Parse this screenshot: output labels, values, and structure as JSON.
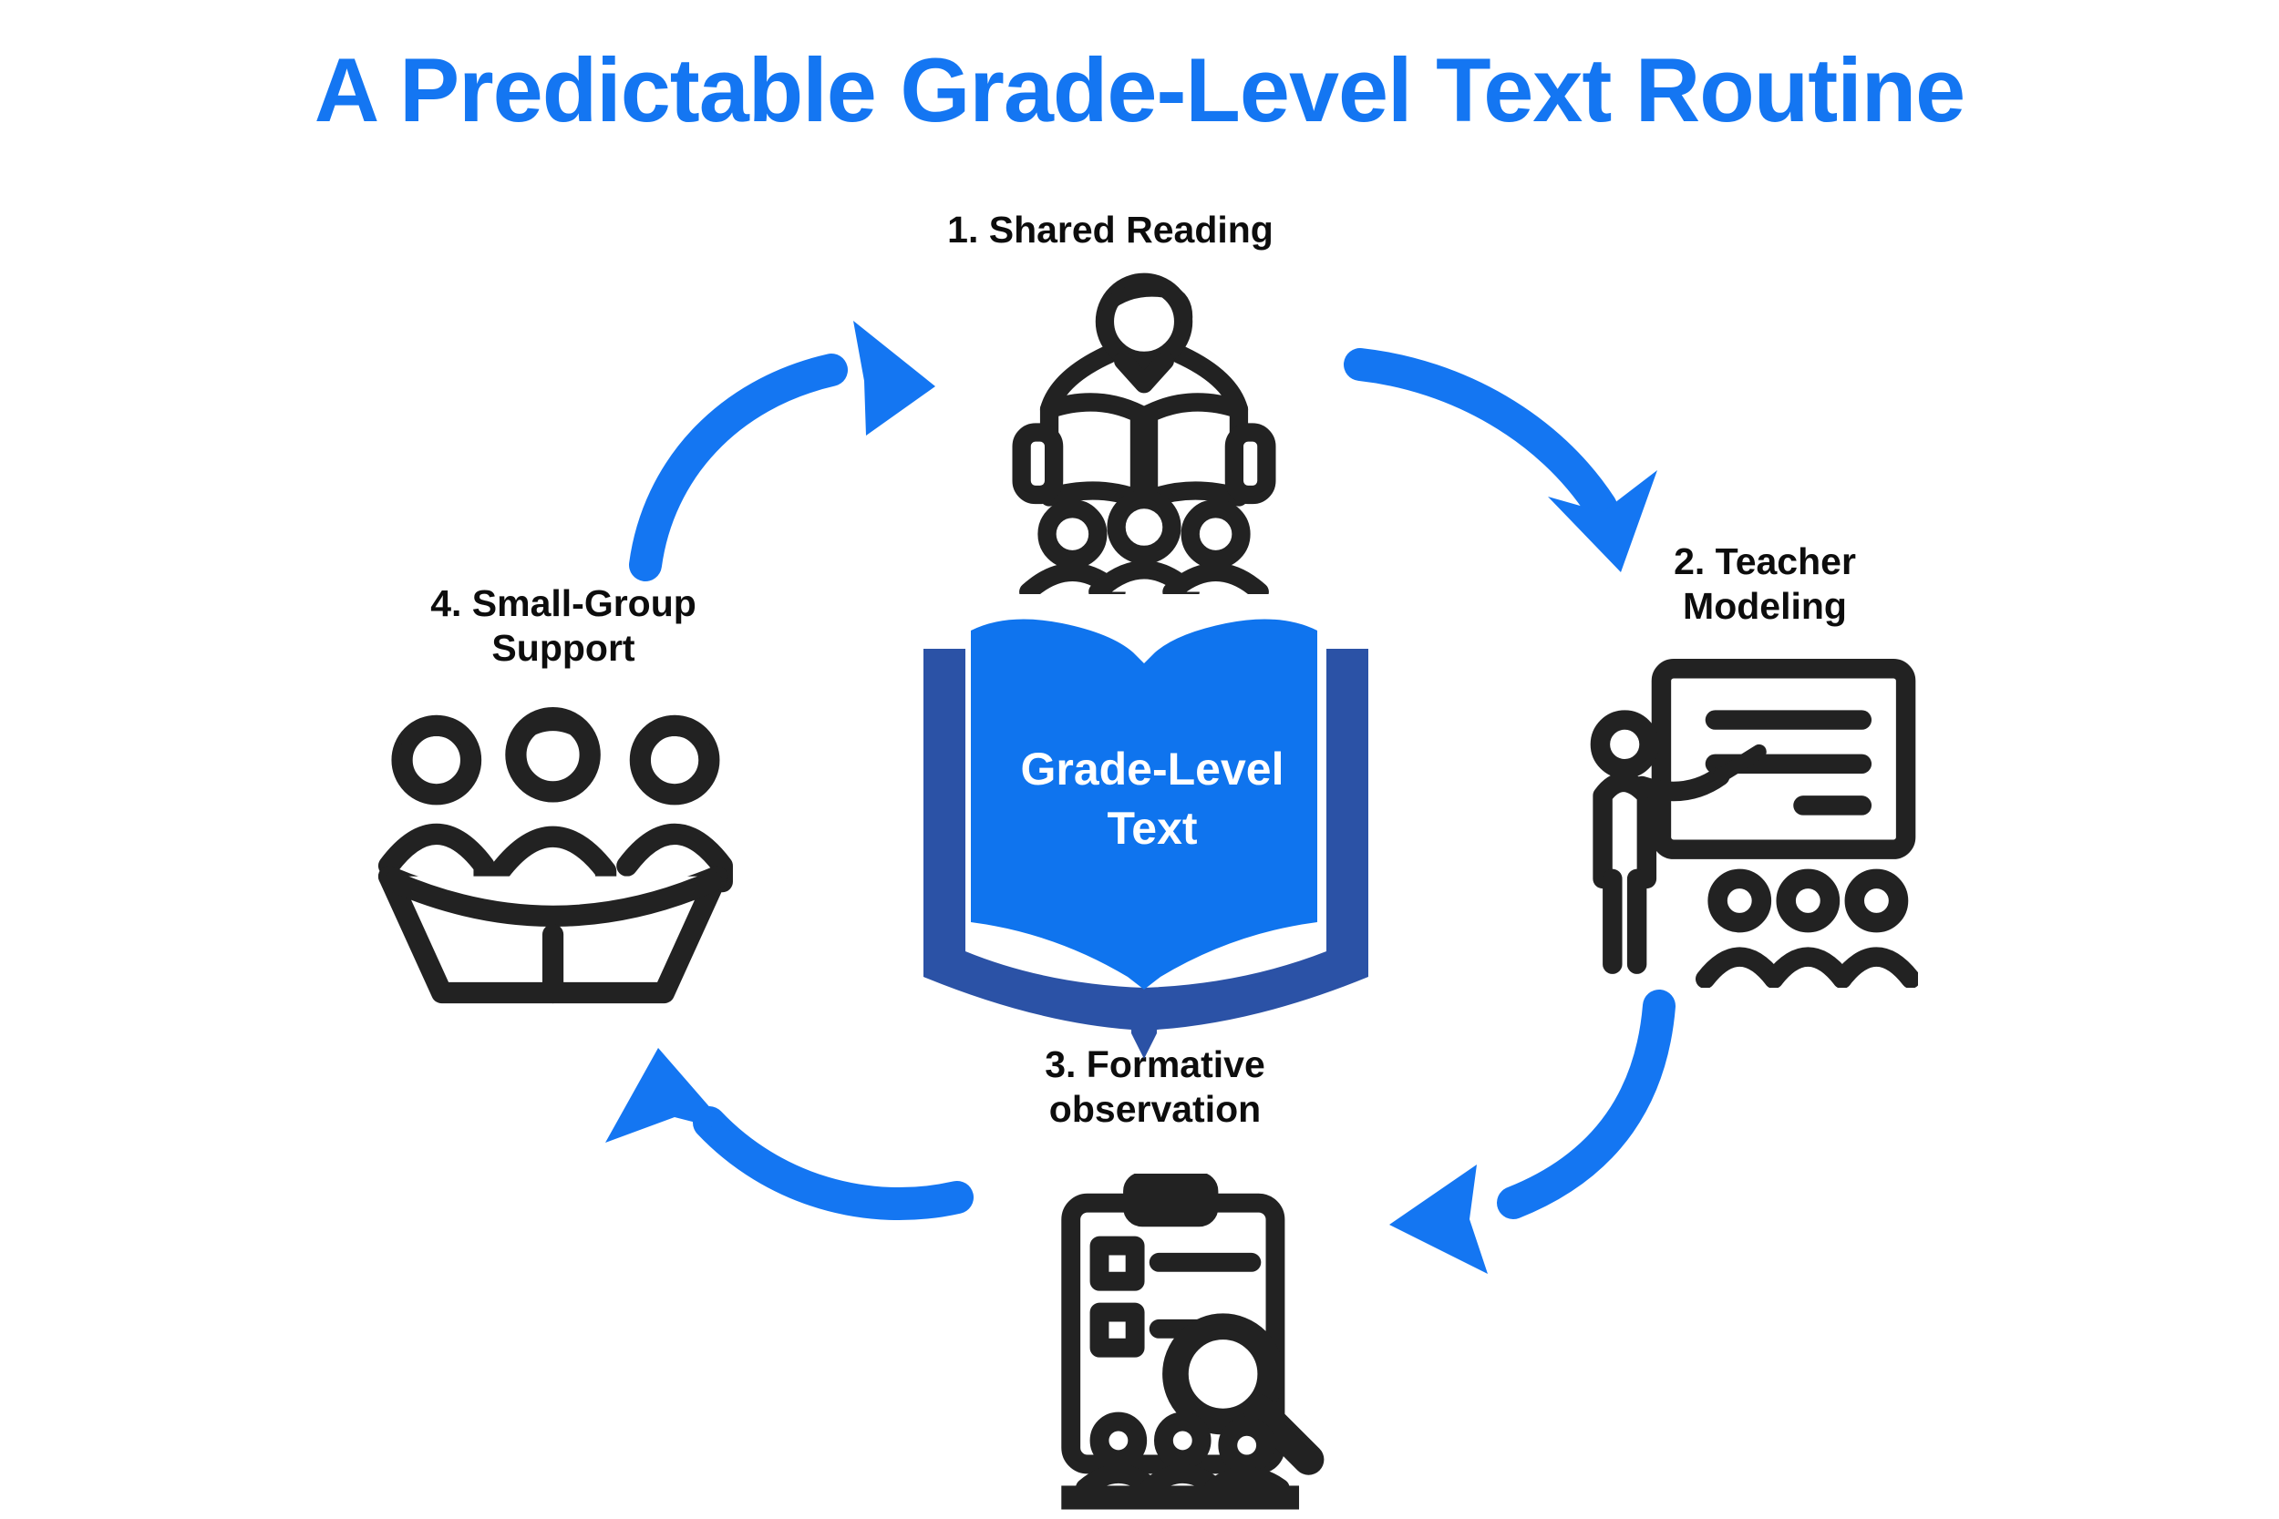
{
  "title": "A Predictable Grade-Level Text Routine",
  "center_book": {
    "icon": "open-book-icon",
    "lines": [
      "Grade-Level",
      "Text"
    ]
  },
  "steps": [
    {
      "name": "shared-reading",
      "icon": "teacher-reading-aloud-icon",
      "lines": [
        "1. Shared Reading"
      ]
    },
    {
      "name": "teacher-modeling",
      "icon": "teacher-whiteboard-icon",
      "lines": [
        "2. Teacher",
        "Modeling"
      ]
    },
    {
      "name": "formative-observation",
      "icon": "clipboard-observation-icon",
      "lines": [
        "3. Formative",
        "observation"
      ]
    },
    {
      "name": "small-group-support",
      "icon": "small-group-reading-icon",
      "lines": [
        "4. Small-Group",
        "Support"
      ]
    }
  ],
  "arrows": [
    "arrow-small-group-to-shared-reading",
    "arrow-shared-reading-to-teacher-modeling",
    "arrow-teacher-modeling-to-formative-observation",
    "arrow-formative-observation-to-small-group"
  ],
  "colors": {
    "accent_blue": "#1476F2",
    "book_page_blue": "#0F74EE",
    "book_cover_blue": "#2B52A6",
    "icon_black": "#222222",
    "label_black": "#0d0d0d",
    "center_text": "#FFFFFF",
    "background": "#FFFFFF"
  }
}
